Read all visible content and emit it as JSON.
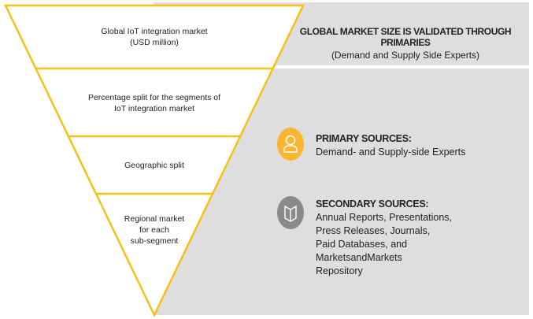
{
  "funnel": {
    "levels": [
      {
        "lines": [
          "Global IoT integration market",
          "(USD million)"
        ]
      },
      {
        "lines": [
          "Percentage split for the segments of",
          "IoT integration market"
        ]
      },
      {
        "lines": [
          "Geographic split"
        ]
      },
      {
        "lines": [
          "Regional market",
          "for each",
          "sub-segment"
        ]
      }
    ]
  },
  "validation": {
    "title": "GLOBAL MARKET SIZE IS VALIDATED THROUGH PRIMARIES",
    "subtitle": "(Demand and Supply Side Experts)"
  },
  "primary": {
    "icon": "person-icon",
    "heading": "PRIMARY SOURCES:",
    "lines": [
      "Demand- and Supply-side Experts"
    ]
  },
  "secondary": {
    "icon": "book-icon",
    "heading": "SECONDARY SOURCES:",
    "lines": [
      "Annual Reports, Presentations,",
      "Press Releases, Journals,",
      "Paid Databases, and",
      "MarketsandMarkets",
      "Repository"
    ]
  },
  "colors": {
    "funnel_stroke": "#f5c116",
    "primary_icon": "#fbb631",
    "secondary_icon": "#8a8a8a",
    "panel": "#dedede"
  }
}
